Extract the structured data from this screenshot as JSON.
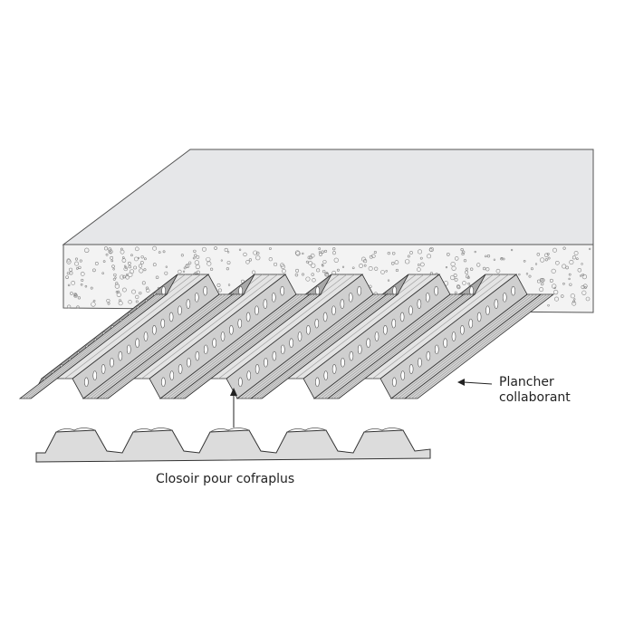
{
  "labels": {
    "deck_line1": "Plancher",
    "deck_line2": "collaborant",
    "closure": "Closoir pour cofraplus"
  },
  "colors": {
    "slab_top": "#e6e7e9",
    "slab_front": "#f2f2f2",
    "steel_light": "#e4e4e4",
    "steel_dark": "#a9a9a9",
    "closure_fill": "#dcdcdc",
    "outline": "#333333"
  },
  "rib_count": 5
}
